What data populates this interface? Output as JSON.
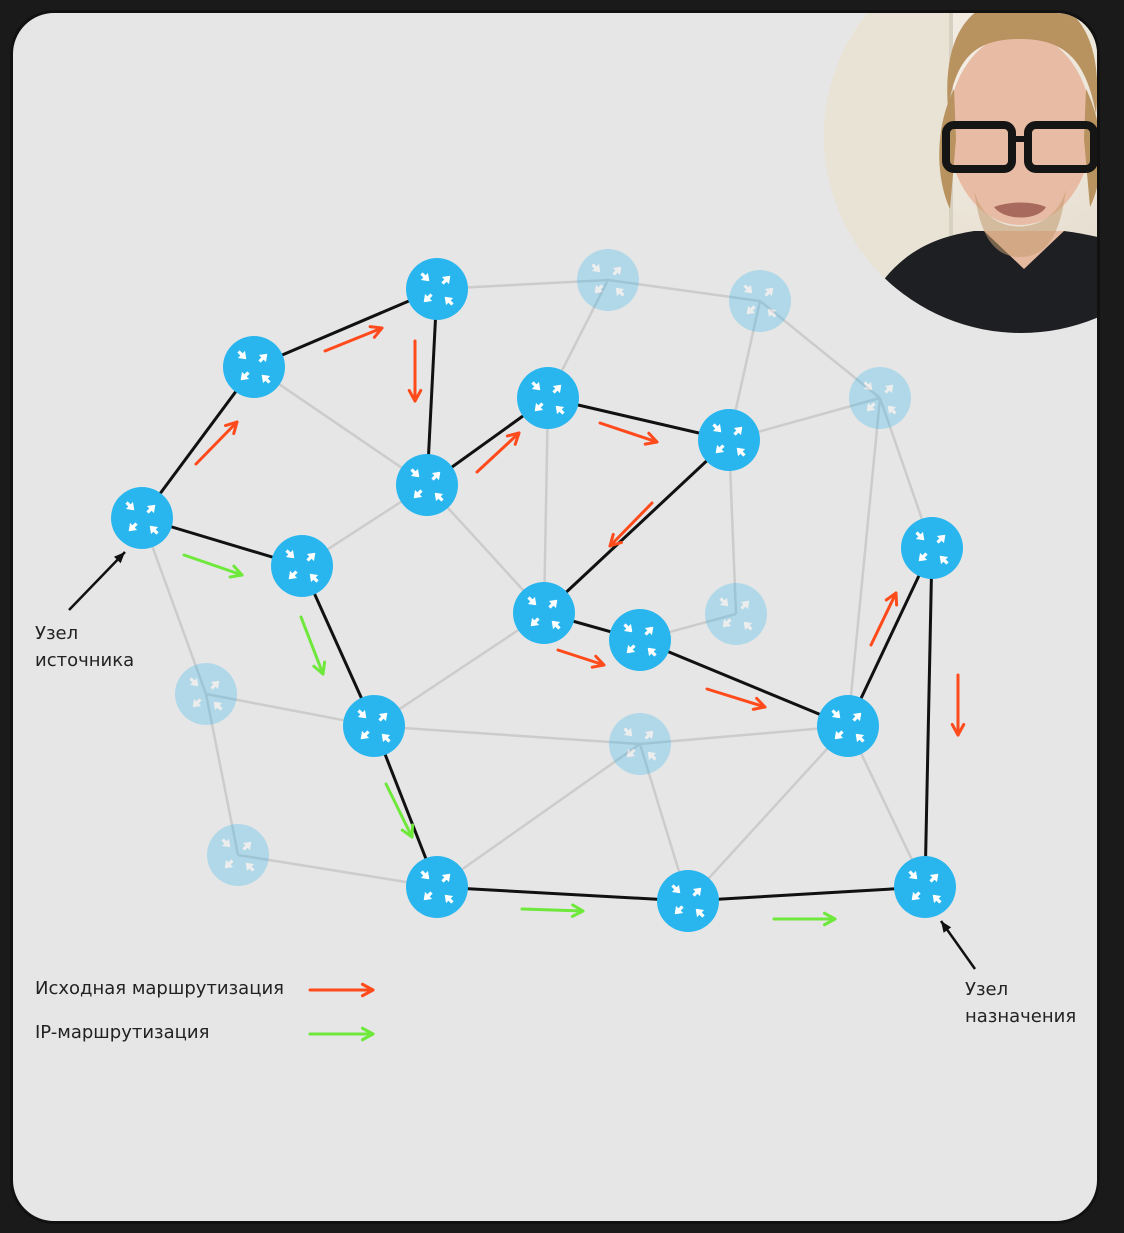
{
  "labels": {
    "source_node": "Узел\nисточника",
    "destination_node": "Узел\nназначения"
  },
  "legend": [
    {
      "label": "Исходная маршрутизация",
      "color": "#ff4a1c"
    },
    {
      "label": "IP-маршрутизация",
      "color": "#6ee83a"
    }
  ],
  "colors": {
    "frame_background": "#e6e6e6",
    "node_active": "#29b5ee",
    "node_inactive": "#c4e1ee",
    "link_inactive": "#cccccc",
    "link_path": "#111111",
    "source_route_arrow": "#ff4a1c",
    "ip_route_arrow": "#6ee83a"
  },
  "icons": {
    "router": "router-icon",
    "webcam": "presenter-webcam"
  }
}
